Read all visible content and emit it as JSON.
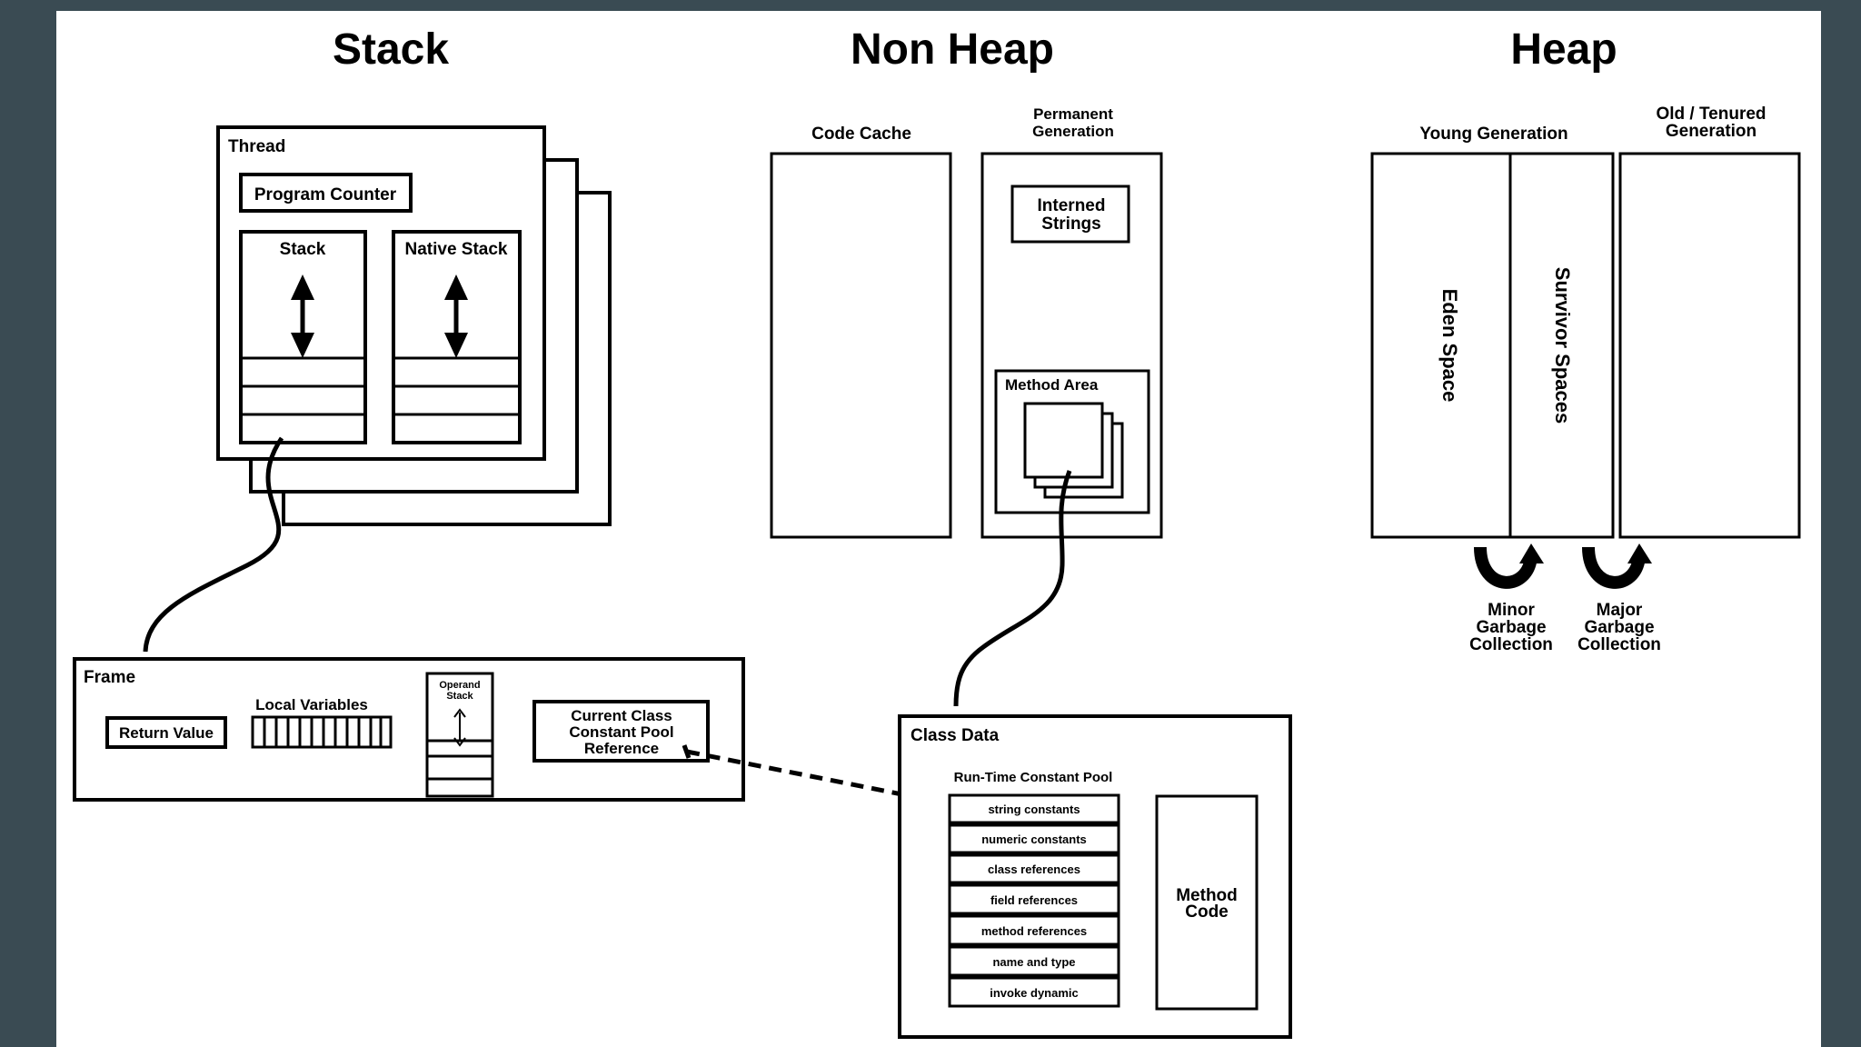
{
  "headings": {
    "stack": "Stack",
    "non_heap": "Non Heap",
    "heap": "Heap"
  },
  "thread": {
    "title": "Thread",
    "program_counter": "Program Counter",
    "stack": "Stack",
    "native_stack": "Native Stack"
  },
  "non_heap": {
    "code_cache": "Code Cache",
    "permanent_generation": [
      "Permanent",
      "Generation"
    ],
    "interned_strings": [
      "Interned",
      "Strings"
    ],
    "method_area": "Method Area"
  },
  "heap": {
    "young_generation": "Young Generation",
    "old_generation": [
      "Old / Tenured",
      "Generation"
    ],
    "eden_space": "Eden Space",
    "survivor_spaces": "Survivor Spaces",
    "minor_gc": [
      "Minor",
      "Garbage",
      "Collection"
    ],
    "major_gc": [
      "Major",
      "Garbage",
      "Collection"
    ]
  },
  "frame": {
    "title": "Frame",
    "return_value": "Return Value",
    "local_variables": "Local Variables",
    "operand_stack": [
      "Operand",
      "Stack"
    ],
    "constant_pool_ref": [
      "Current Class",
      "Constant Pool",
      "Reference"
    ]
  },
  "class_data": {
    "title": "Class Data",
    "runtime_constant_pool": "Run-Time Constant Pool",
    "pool_items": [
      "string constants",
      "numeric constants",
      "class references",
      "field references",
      "method references",
      "name and type",
      "invoke dynamic"
    ],
    "method_code": [
      "Method",
      "Code"
    ]
  }
}
